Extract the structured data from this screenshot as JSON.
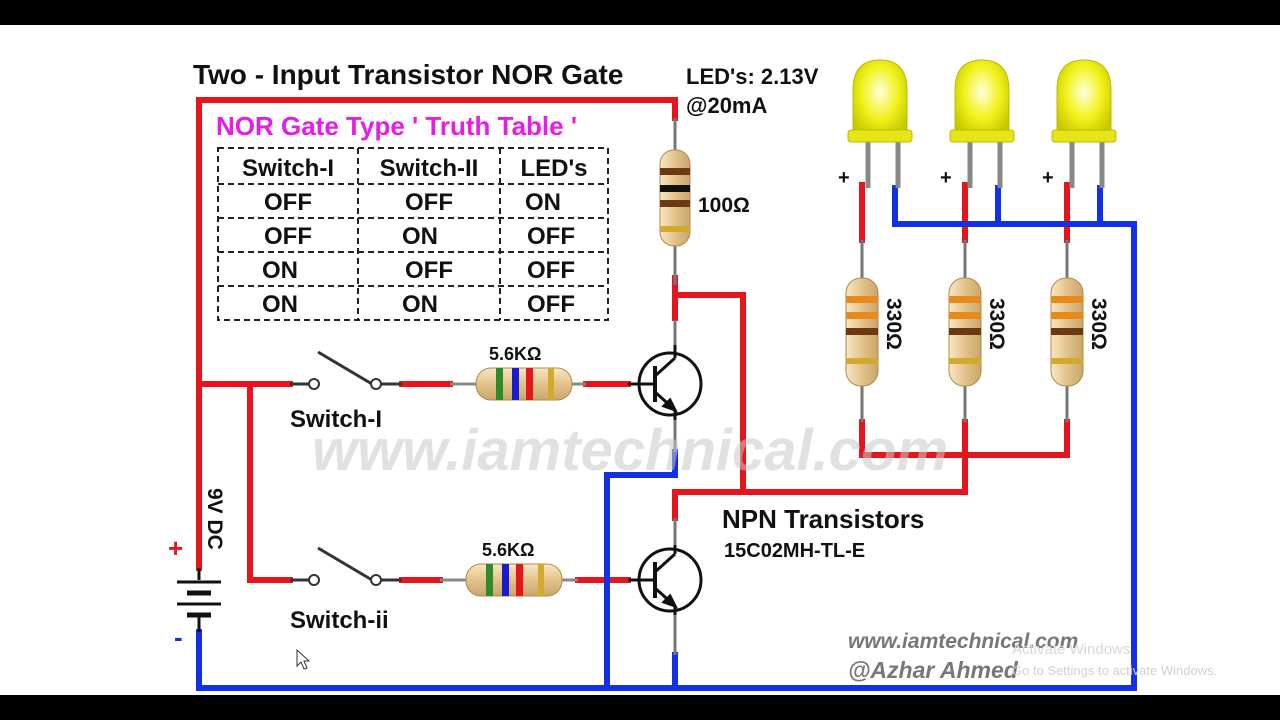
{
  "title": "Two - Input Transistor NOR Gate",
  "led_spec": {
    "line1": "LED's: 2.13V",
    "line2": "@20mA"
  },
  "truth_table": {
    "heading": "NOR Gate Type ' Truth Table '",
    "headers": [
      "Switch-I",
      "Switch-II",
      "LED's"
    ],
    "rows": [
      [
        "OFF",
        "OFF",
        "ON"
      ],
      [
        "OFF",
        "ON",
        "OFF"
      ],
      [
        "ON",
        "OFF",
        "OFF"
      ],
      [
        "ON",
        "ON",
        "OFF"
      ]
    ]
  },
  "components": {
    "collector_resistor": "100Ω",
    "base_resistor_1": "5.6KΩ",
    "base_resistor_2": "5.6KΩ",
    "led_resistor": "330Ω",
    "switch_1": "Switch-I",
    "switch_2": "Switch-ii",
    "battery": "9V DC",
    "battery_plus": "+",
    "battery_minus": "-",
    "led_plus": "+",
    "transistor_title": "NPN Transistors",
    "transistor_part": "15C02MH-TL-E"
  },
  "watermark": {
    "center": "www.iamtechnical.com",
    "corner_line1": "www.iamtechnical.com",
    "corner_line2": "@Azhar Ahmed"
  },
  "os_overlay": {
    "line1": "Activate Windows",
    "line2": "Go to Settings to activate Windows."
  },
  "colors": {
    "positive_wire": "#e8141b",
    "negative_wire": "#1430e6",
    "title_magenta": "#e81be8",
    "led_yellow": "#f2f21c"
  }
}
